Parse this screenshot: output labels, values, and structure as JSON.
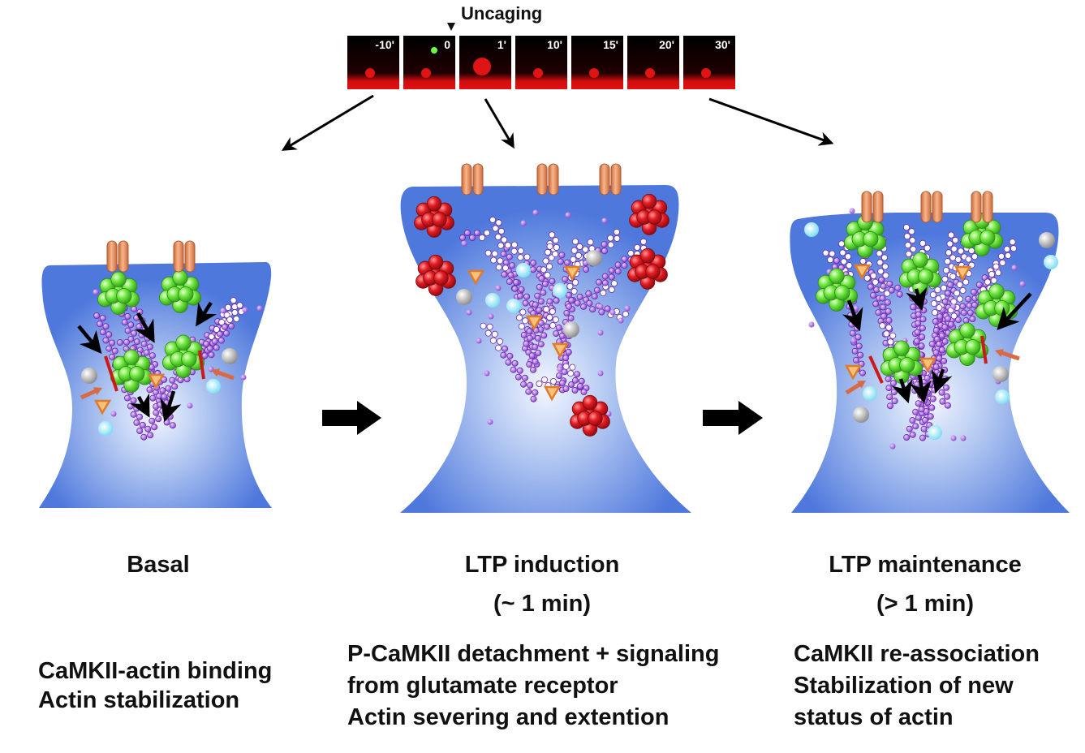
{
  "uncaging_label": "Uncaging",
  "frames": [
    "-10'",
    "0",
    "1'",
    "10'",
    "15'",
    "20'",
    "30'"
  ],
  "stages": [
    {
      "key": "basal",
      "title": "Basal",
      "subtitle": "",
      "lines": [
        "CaMKII-actin binding",
        "Actin stabilization"
      ]
    },
    {
      "key": "induction",
      "title": "LTP induction",
      "subtitle": "(~ 1 min)",
      "lines": [
        "P-CaMKII detachment + signaling",
        "from glutamate receptor",
        "Actin severing and extention"
      ]
    },
    {
      "key": "maintenance",
      "title": "LTP maintenance",
      "subtitle": "(> 1 min)",
      "lines": [
        "CaMKII re-association",
        "Stabilization of new",
        "status of actin"
      ]
    }
  ],
  "colors": {
    "spine": "#4e78dc",
    "spine_light": "#e6eefc",
    "actin": "#9a4fd8",
    "camkii_green": "#5fe23a",
    "camkii_red": "#d8121b",
    "receptor": "#e88a55",
    "cyan": "#8ee8f5",
    "grey": "#a8a8a8",
    "arrow_red": "#d86a44",
    "barrier": "#cc1a1a"
  }
}
